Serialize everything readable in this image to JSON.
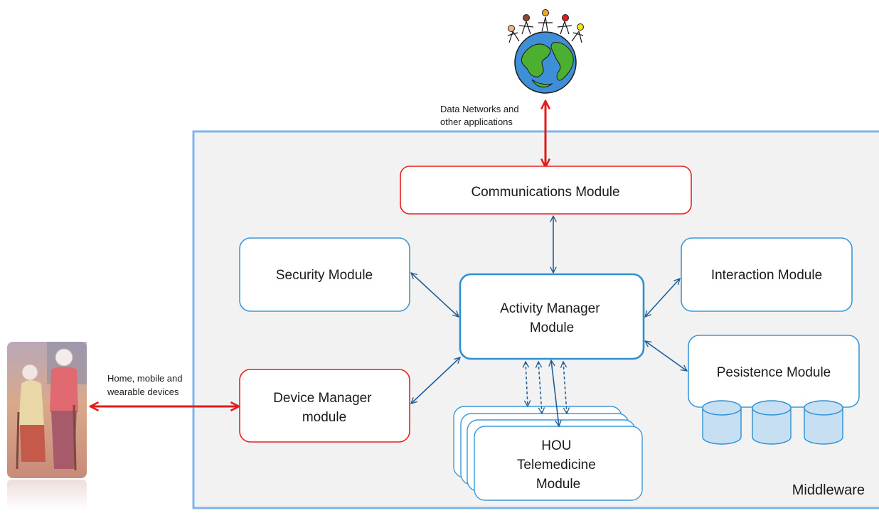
{
  "diagram": {
    "middleware_label": "Middleware",
    "network_label": [
      "Data Networks and",
      "other applications"
    ],
    "devices_label": [
      "Home, mobile and",
      "wearable devices"
    ],
    "modules": {
      "communications": [
        "Communications Module"
      ],
      "security": [
        "Security Module"
      ],
      "activity_manager": [
        "Activity Manager",
        "Module"
      ],
      "interaction": [
        "Interaction Module"
      ],
      "persistence": [
        "Pesistence Module"
      ],
      "device_manager": [
        "Device Manager",
        "module"
      ],
      "hou_telemedicine": [
        "HOU",
        "Telemedicine",
        "Module"
      ]
    },
    "colors": {
      "blue_border": "#3a9ad9",
      "red_border": "#e8201e",
      "arrow_blue": "#1f5f95",
      "arrow_red": "#e31b1b",
      "middleware_bg": "#f2f2f2",
      "middleware_border": "#7fb6e6",
      "db_fill": "#c7dff3"
    },
    "icons": [
      "globe-icon",
      "elderly-couple-image",
      "database-icon"
    ]
  }
}
